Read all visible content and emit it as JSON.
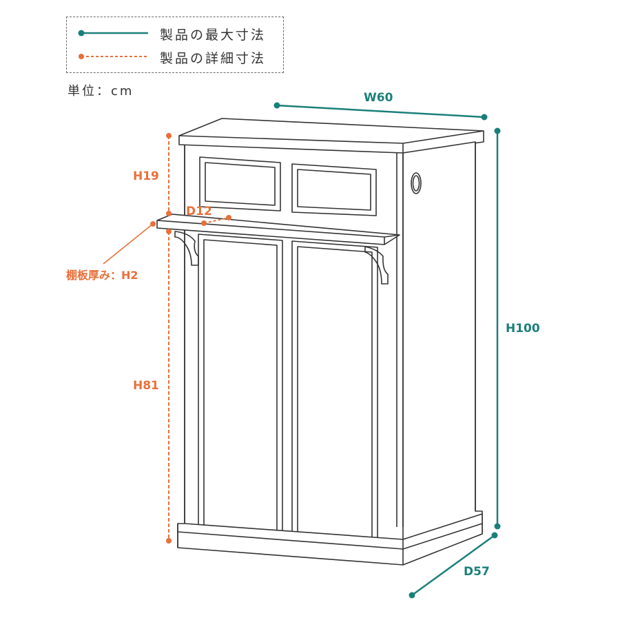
{
  "legend": {
    "max_label": "製品の最大寸法",
    "detail_label": "製品の詳細寸法"
  },
  "unit": "単位：cm",
  "dimensions": {
    "width": "W60",
    "height": "H100",
    "depth": "D57",
    "upper_height": "H19",
    "lower_height": "H81",
    "shelf_depth": "D12",
    "shelf_thickness": "棚板厚み：H2"
  },
  "colors": {
    "max": "#1a7f7a",
    "detail": "#e8703a",
    "line": "#333333"
  }
}
